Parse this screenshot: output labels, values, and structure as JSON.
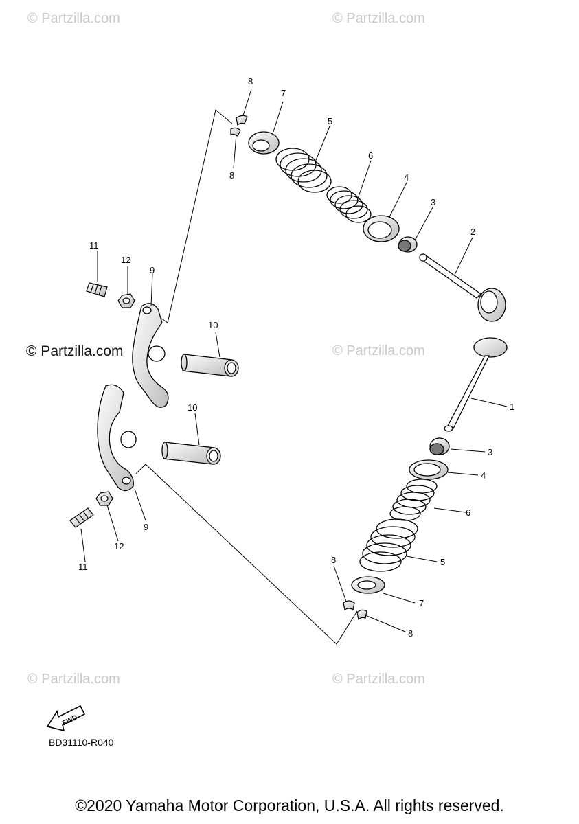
{
  "watermarks": {
    "faint": "© Partzilla.com",
    "strong": "© Partzilla.com"
  },
  "labels": {
    "n1": "1",
    "n2": "2",
    "n3": "3",
    "n4": "4",
    "n5": "5",
    "n6": "6",
    "n7": "7",
    "n8": "8",
    "n9": "9",
    "n10": "10",
    "n11": "11",
    "n12": "12"
  },
  "fwd_label": "FWD",
  "diagram_id": "BD31110-R040",
  "copyright": "©2020 Yamaha Motor Corporation, U.S.A. All rights reserved."
}
